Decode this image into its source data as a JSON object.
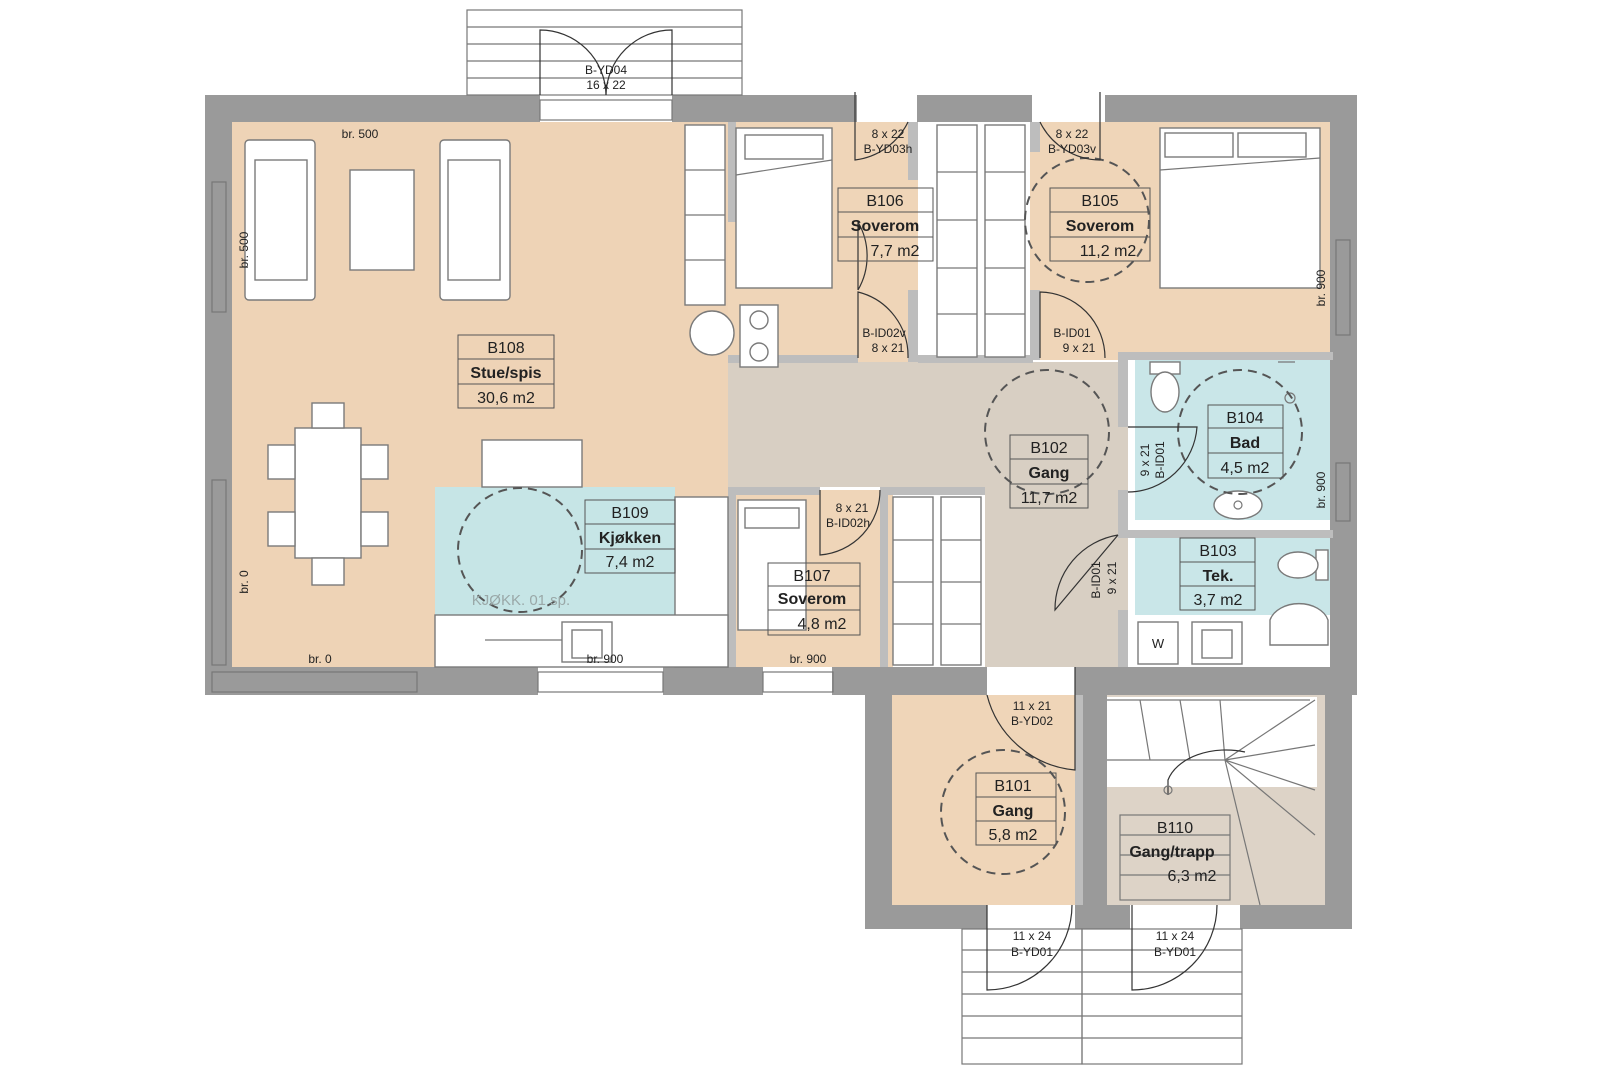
{
  "colors": {
    "living": "#eed3b6",
    "bedroom": "#efd5b8",
    "hall": "#d8cfc3",
    "wet": "#c9e6e8",
    "kitchen": "#c6e5e6",
    "stair": "#ddd3c7",
    "wall": "#9a9a9a"
  },
  "rooms": [
    {
      "id": "b108",
      "code": "B108",
      "name": "Stue/spis",
      "area": "30,6 m2"
    },
    {
      "id": "b109",
      "code": "B109",
      "name": "Kjøkken",
      "area": "7,4 m2"
    },
    {
      "id": "b106",
      "code": "B106",
      "name": "Soverom",
      "area": "7,7 m2"
    },
    {
      "id": "b105",
      "code": "B105",
      "name": "Soverom",
      "area": "11,2 m2"
    },
    {
      "id": "b104",
      "code": "B104",
      "name": "Bad",
      "area": "4,5 m2"
    },
    {
      "id": "b103",
      "code": "B103",
      "name": "Tek.",
      "area": "3,7 m2"
    },
    {
      "id": "b102",
      "code": "B102",
      "name": "Gang",
      "area": "11,7 m2"
    },
    {
      "id": "b107",
      "code": "B107",
      "name": "Soverom",
      "area": "4,8 m2"
    },
    {
      "id": "b101",
      "code": "B101",
      "name": "Gang",
      "area": "5,8 m2"
    },
    {
      "id": "b110",
      "code": "B110",
      "name": "Gang/trapp",
      "area": "6,3 m2"
    }
  ],
  "doors": {
    "yd04_code": "B-YD04",
    "yd04_size": "16 x 22",
    "yd03h_size": "8 x 22",
    "yd03h_code": "B-YD03h",
    "yd03v_size": "8 x 22",
    "yd03v_code": "B-YD03v",
    "id02v_code": "B-ID02v",
    "id02v_size": "8 x 21",
    "id01a_code": "B-ID01",
    "id01a_size": "9 x 21",
    "id01b_size": "9 x 21",
    "id01b_code": "B-ID01",
    "id01c_code": "B-ID01",
    "id01c_size": "9 x 21",
    "id02h_size": "8 x 21",
    "id02h_code": "B-ID02h",
    "yd02_size": "11 x 21",
    "yd02_code": "B-YD02",
    "yd01a_size": "11 x 24",
    "yd01a_code": "B-YD01",
    "yd01b_size": "11 x 24",
    "yd01b_code": "B-YD01"
  },
  "windows": {
    "w1": "br. 500",
    "w2": "br. 500",
    "w3": "br. 0",
    "w4": "br. 0",
    "w5": "br. 900",
    "w6": "br. 900",
    "w7": "br. 900",
    "w8": "br. 900"
  },
  "notes": {
    "kitchen_note": "KJØKK. 01 sp.",
    "washer": "W"
  }
}
